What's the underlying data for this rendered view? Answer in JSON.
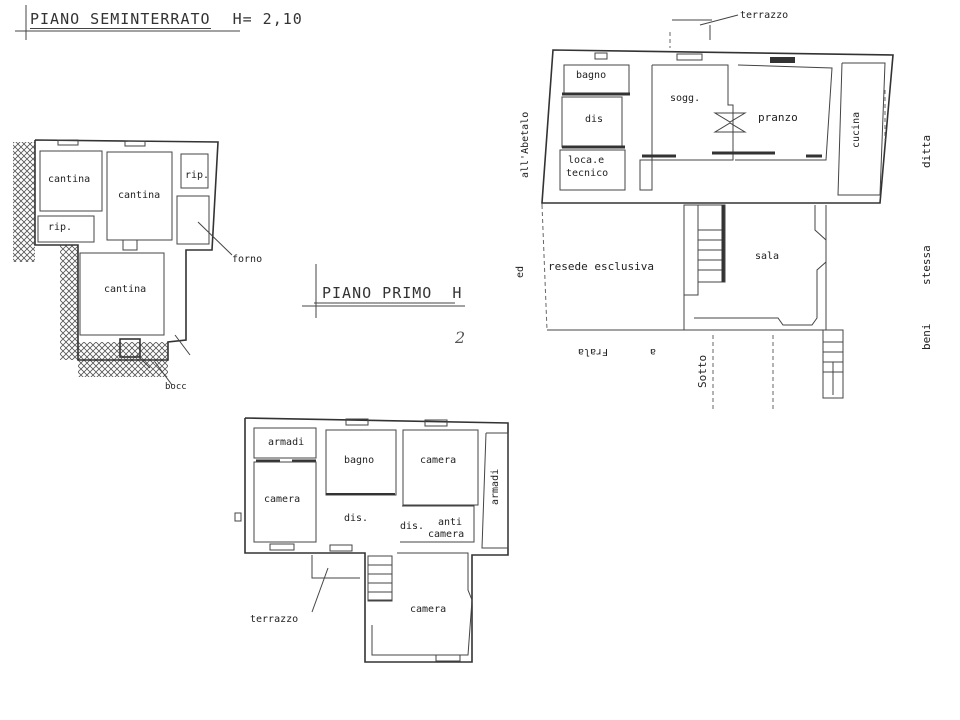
{
  "basement": {
    "title": "PIANO SEMINTERRATO",
    "height_label": "H= 2,10",
    "rooms": [
      {
        "name": "cantina"
      },
      {
        "name": "cantina"
      },
      {
        "name": "rip."
      },
      {
        "name": "rip."
      },
      {
        "name": "cantina"
      }
    ],
    "annotations": {
      "forno": "forno",
      "bocca": "bocc"
    }
  },
  "first_floor": {
    "title": "PIANO PRIMO",
    "title_suffix": "H",
    "handwritten_mark": "2",
    "rooms": [
      {
        "name": "armadi"
      },
      {
        "name": "bagno"
      },
      {
        "name": "camera"
      },
      {
        "name": "camera"
      },
      {
        "name": "dis."
      },
      {
        "name": "dis."
      },
      {
        "name": "anti"
      },
      {
        "name": "camera"
      },
      {
        "name": "armadi"
      },
      {
        "name": "camera"
      }
    ],
    "annotations": {
      "terrace": "terrazzo"
    }
  },
  "ground_floor": {
    "rooms": [
      {
        "name": "bagno"
      },
      {
        "name": "dis"
      },
      {
        "name": "loca.e"
      },
      {
        "name": "tecnico"
      },
      {
        "name": "sogg."
      },
      {
        "name": "pranzo"
      },
      {
        "name": "cucina"
      },
      {
        "name": "resede esclusiva"
      },
      {
        "name": "sala"
      }
    ],
    "annotations": {
      "terrace": "terrazzo",
      "left_boundary_1": "all'Abetalo",
      "left_boundary_2": "ed",
      "bottom_boundary_1": "Frala",
      "bottom_boundary_2": "a",
      "bottom_boundary_3": "Sotto",
      "right_boundary_1": "ditta",
      "right_boundary_2": "stessa",
      "right_boundary_3": "beni"
    }
  }
}
